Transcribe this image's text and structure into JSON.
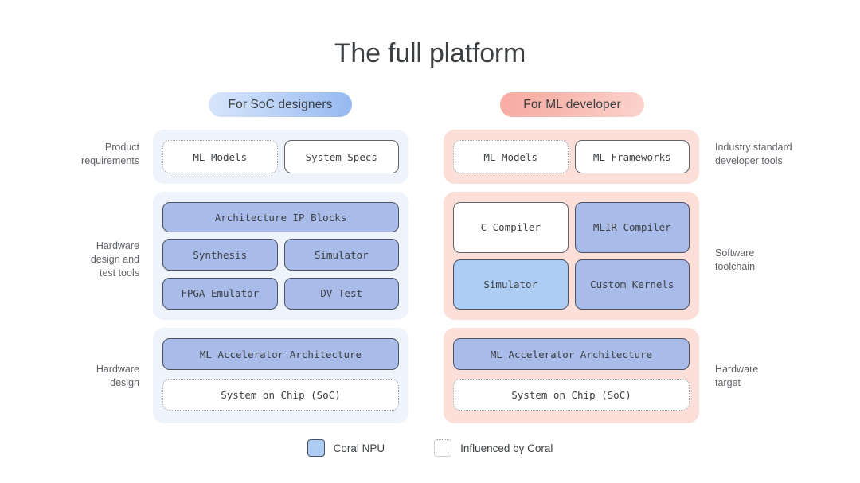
{
  "title": "The full platform",
  "columns": {
    "left": {
      "pill_label": "For SoC designers",
      "pill_gradient": [
        "#d8e6fb",
        "#95b8f0"
      ],
      "panel_color": "#eef3fc",
      "rows": [
        {
          "side_label": "Product\nrequirements",
          "side_label_line1": "Product",
          "side_label_line2": "requirements",
          "boxes": [
            {
              "label": "ML Models",
              "style": "dotted"
            },
            {
              "label": "System Specs",
              "style": "solid"
            }
          ]
        },
        {
          "side_label_line1": "Hardware",
          "side_label_line2": "design and",
          "side_label_line3": "test tools",
          "boxes": [
            {
              "label": "Architecture IP Blocks",
              "style": "fill"
            },
            {
              "label": "Synthesis",
              "style": "fill"
            },
            {
              "label": "Simulator",
              "style": "fill"
            },
            {
              "label": "FPGA Emulator",
              "style": "fill"
            },
            {
              "label": "DV Test",
              "style": "fill"
            }
          ]
        },
        {
          "side_label_line1": "Hardware",
          "side_label_line2": "design",
          "boxes": [
            {
              "label": "ML Accelerator Architecture",
              "style": "fill"
            },
            {
              "label": "System on Chip (SoC)",
              "style": "dotted"
            }
          ]
        }
      ]
    },
    "right": {
      "pill_label": "For ML developer",
      "pill_gradient": [
        "#f7aba3",
        "#fbd4cd"
      ],
      "panel_color": "#fbdfd8",
      "rows": [
        {
          "side_label_line1": "Industry standard",
          "side_label_line2": "developer tools",
          "boxes": [
            {
              "label": "ML Models",
              "style": "dotted"
            },
            {
              "label": "ML Frameworks",
              "style": "solid"
            }
          ]
        },
        {
          "side_label_line1": "Software",
          "side_label_line2": "toolchain",
          "boxes": [
            {
              "label": "C Compiler",
              "style": "solid"
            },
            {
              "label": "MLIR Compiler",
              "style": "fill"
            },
            {
              "label": "Simulator",
              "style": "fill-light"
            },
            {
              "label": "Custom Kernels",
              "style": "fill"
            }
          ]
        },
        {
          "side_label_line1": "Hardware",
          "side_label_line2": "target",
          "boxes": [
            {
              "label": "ML Accelerator Architecture",
              "style": "fill"
            },
            {
              "label": "System on Chip (SoC)",
              "style": "dotted"
            }
          ]
        }
      ]
    }
  },
  "legend": {
    "items": [
      {
        "label": "Coral NPU",
        "swatch": "fill",
        "color": "#aecdf4"
      },
      {
        "label": "Influenced by Coral",
        "swatch": "dotted",
        "color": "#9aa0a6"
      }
    ]
  }
}
